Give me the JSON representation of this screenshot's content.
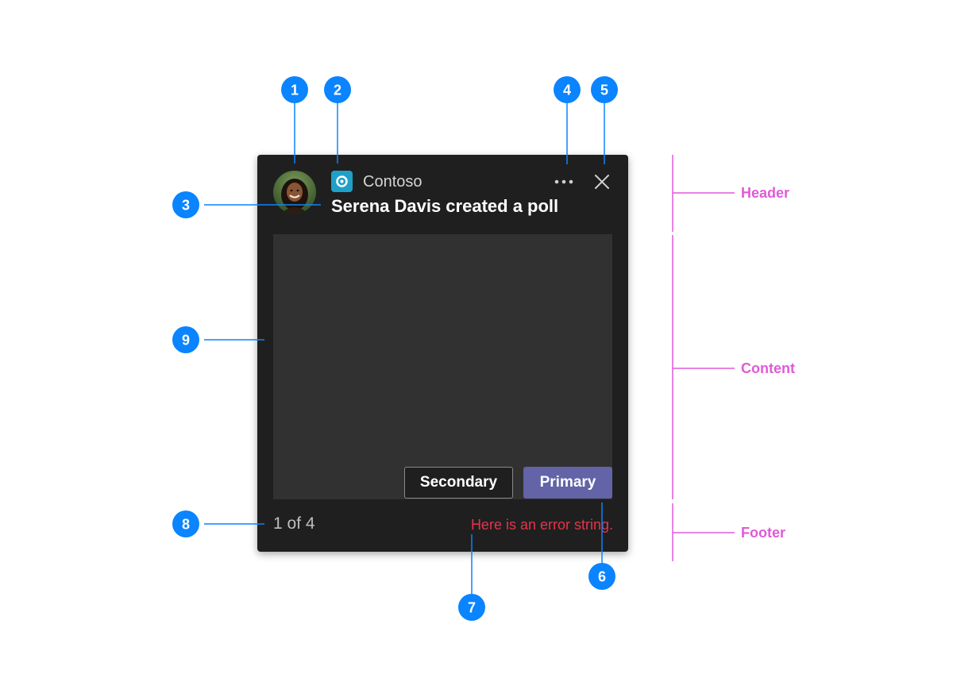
{
  "colors": {
    "annotation_blue": "#0a84ff",
    "region_pink": "#e05ad8",
    "card_bg": "#1f1f1f",
    "content_bg": "#313131",
    "primary_button": "#6264a7",
    "error_text": "#e5344b",
    "app_icon": "#1fa0c8"
  },
  "notification": {
    "app_name": "Contoso",
    "app_icon": "contoso-app-icon",
    "title": "Serena Davis created a poll",
    "more_icon": "more-horizontal-icon",
    "close_icon": "close-icon",
    "secondary_label": "Secondary",
    "primary_label": "Primary",
    "counter": "1 of 4",
    "error": "Here is an error string."
  },
  "callouts": [
    {
      "number": "1",
      "target": "avatar"
    },
    {
      "number": "2",
      "target": "app-icon"
    },
    {
      "number": "3",
      "target": "title"
    },
    {
      "number": "4",
      "target": "more-button"
    },
    {
      "number": "5",
      "target": "close-button"
    },
    {
      "number": "6",
      "target": "primary-button"
    },
    {
      "number": "7",
      "target": "error-string"
    },
    {
      "number": "8",
      "target": "counter"
    },
    {
      "number": "9",
      "target": "content-area"
    }
  ],
  "regions": {
    "header": "Header",
    "content": "Content",
    "footer": "Footer"
  }
}
